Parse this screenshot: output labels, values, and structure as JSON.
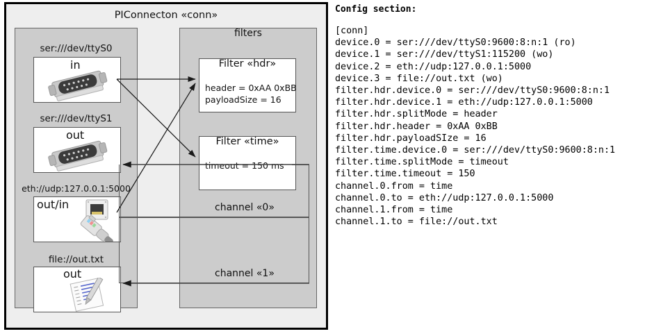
{
  "diagram": {
    "title": "PIConnecton «conn»",
    "devices_panel": {
      "items": [
        {
          "label": "ser:///dev/ttyS0",
          "caption": "in",
          "icon": "serial-port-icon"
        },
        {
          "label": "ser:///dev/ttyS1",
          "caption": "out",
          "icon": "serial-port-icon"
        },
        {
          "label": "eth://udp:127.0.0.1:5000",
          "caption": "out/in",
          "icon": "ethernet-plug-icon"
        },
        {
          "label": "file://out.txt",
          "caption": "out",
          "icon": "text-file-icon"
        }
      ]
    },
    "filters_panel": {
      "title": "filters",
      "filters": [
        {
          "title": "Filter «hdr»",
          "attrs": [
            "header = 0xAA 0xBB",
            "payloadSize = 16"
          ]
        },
        {
          "title": "Filter «time»",
          "attrs": [
            "timeout = 150 ms"
          ]
        }
      ],
      "channels": [
        {
          "label": "channel «0»"
        },
        {
          "label": "channel «1»"
        }
      ]
    }
  },
  "config": {
    "heading": "Config section:",
    "lines": [
      "[conn]",
      "device.0 = ser:///dev/ttyS0:9600:8:n:1 (ro)",
      "device.1 = ser:///dev/ttyS1:115200 (wo)",
      "device.2 = eth://udp:127.0.0.1:5000",
      "device.3 = file://out.txt (wo)",
      "filter.hdr.device.0 = ser:///dev/ttyS0:9600:8:n:1",
      "filter.hdr.device.1 = eth://udp:127.0.0.1:5000",
      "filter.hdr.splitMode = header",
      "filter.hdr.header = 0xAA 0xBB",
      "filter.hdr.payloadSIze = 16",
      "filter.time.device.0 = ser:///dev/ttyS0:9600:8:n:1",
      "filter.time.splitMode = timeout",
      "filter.time.timeout = 150",
      "channel.0.from = time",
      "channel.0.to = eth://udp:127.0.0.1:5000",
      "channel.1.from = time",
      "channel.1.to = file://out.txt"
    ]
  },
  "colors": {
    "panel_fill": "#cccccc",
    "frame_fill": "#eeeeee",
    "box_fill": "#ffffff",
    "stroke": "#555555"
  }
}
